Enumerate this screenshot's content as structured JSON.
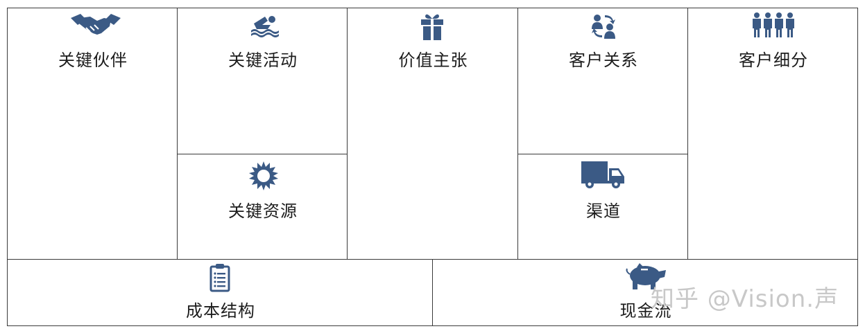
{
  "accent_color": "#3b5a85",
  "blocks": {
    "key_partners": {
      "label": "关键伙伴",
      "icon": "handshake-icon"
    },
    "key_activities": {
      "label": "关键活动",
      "icon": "swimmer-icon"
    },
    "key_resources": {
      "label": "关键资源",
      "icon": "sun-icon"
    },
    "value_propositions": {
      "label": "价值主张",
      "icon": "gift-icon"
    },
    "customer_relationships": {
      "label": "客户关系",
      "icon": "people-exchange-icon"
    },
    "channels": {
      "label": "渠道",
      "icon": "truck-icon"
    },
    "customer_segments": {
      "label": "客户细分",
      "icon": "people-group-icon"
    },
    "cost_structure": {
      "label": "成本结构",
      "icon": "clipboard-icon"
    },
    "revenue_streams": {
      "label": "现金流",
      "icon": "piggy-bank-icon"
    }
  },
  "watermark": "知乎 @Vision.声"
}
